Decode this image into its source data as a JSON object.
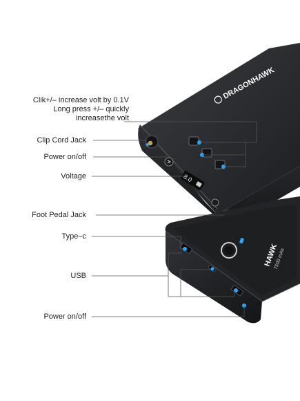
{
  "brand": {
    "top_logo_text": "DRAGONHAWK",
    "bottom_logo_text": "HAWK",
    "bottom_model_text": "7500 mAh"
  },
  "display": {
    "reading": "8.0"
  },
  "callouts": {
    "volt_note": [
      "Clik+/– increase volt by 0.1V",
      "Long press +/– quickly",
      "increasethe volt"
    ],
    "clip_cord_jack": "Clip Cord Jack",
    "power_top": "Power on/off",
    "voltage": "Voltage",
    "foot_pedal_jack": "Foot Pedal Jack",
    "type_c": "Type–c",
    "usb": "USB",
    "power_bottom": "Power on/off"
  },
  "colors": {
    "device_body": "#2b2d30",
    "device_edge": "#45484c",
    "highlight_blue": "#2aa6ff",
    "jack_gold": "#c9a64a",
    "leader_line": "#555555"
  }
}
